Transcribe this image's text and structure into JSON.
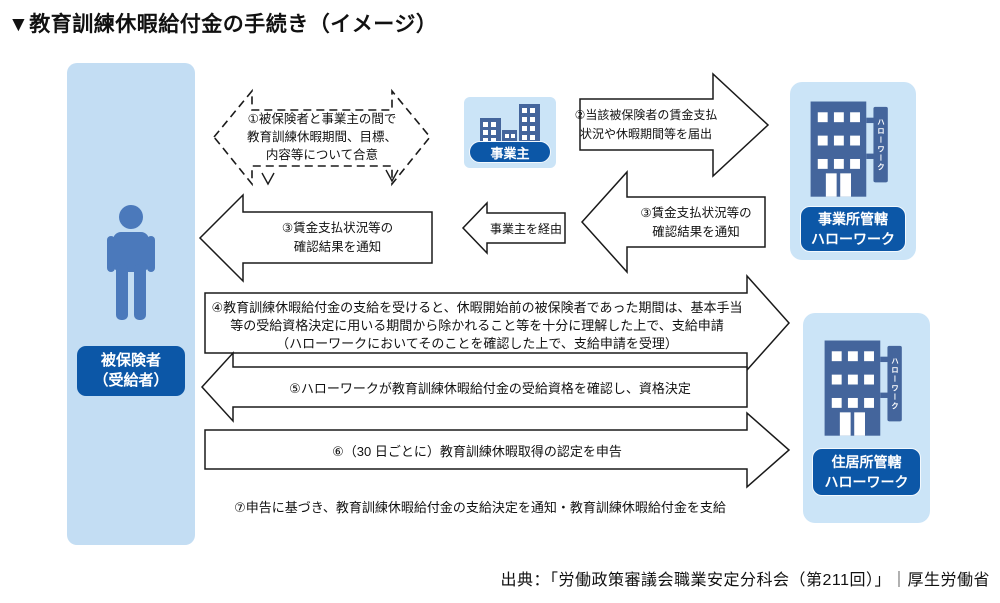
{
  "title": "▼教育訓練休暇給付金の手続き（イメージ）",
  "source": "出典：「労働政策審議会職業安定分科会（第211回）」｜厚生労働省",
  "actors": {
    "insured": {
      "line1": "被保険者",
      "line2": "（受給者）"
    },
    "employer": {
      "label": "事業主"
    },
    "office_hw": {
      "line1": "事業所管轄",
      "line2": "ハローワーク",
      "sign": "ハローワーク"
    },
    "residence_hw": {
      "line1": "住居所管轄",
      "line2": "ハローワーク",
      "sign": "ハローワーク"
    }
  },
  "steps": {
    "s1": {
      "line1": "①被保険者と事業主の間で",
      "line2": "教育訓練休暇期間、目標、",
      "line3": "内容等について合意"
    },
    "s2": {
      "line1": "②当該被保険者の賃金支払",
      "line2": "状況や休暇期間等を届出"
    },
    "s3_from_hw": {
      "line1": "③賃金支払状況等の",
      "line2": "確認結果を通知"
    },
    "via_employer": {
      "label": "事業主を経由"
    },
    "s3_to_insured": {
      "line1": "③賃金支払状況等の",
      "line2": "確認結果を通知"
    },
    "s4": {
      "line1": "④教育訓練休暇給付金の支給を受けると、休暇開始前の被保険者であった期間は、基本手当",
      "line2": "等の受給資格決定に用いる期間から除かれること等を十分に理解した上で、支給申請",
      "line3": "（ハローワークにおいてそのことを確認した上で、支給申請を受理）"
    },
    "s5": {
      "label": "⑤ハローワークが教育訓練休暇給付金の受給資格を確認し、資格決定"
    },
    "s6": {
      "label": "⑥（30 日ごとに）教育訓練休暇取得の認定を申告"
    },
    "s7": {
      "label": "⑦申告に基づき、教育訓練休暇給付金の支給決定を通知・教育訓練休暇給付金を支給"
    }
  },
  "colors": {
    "panel_light_blue": "#c3ddf3",
    "card_light_blue": "#cbe4f7",
    "badge_blue": "#0c57a7",
    "building_blue": "#44659c",
    "person_blue": "#4b79bb",
    "arrow_outline": "#1a1a1a"
  }
}
